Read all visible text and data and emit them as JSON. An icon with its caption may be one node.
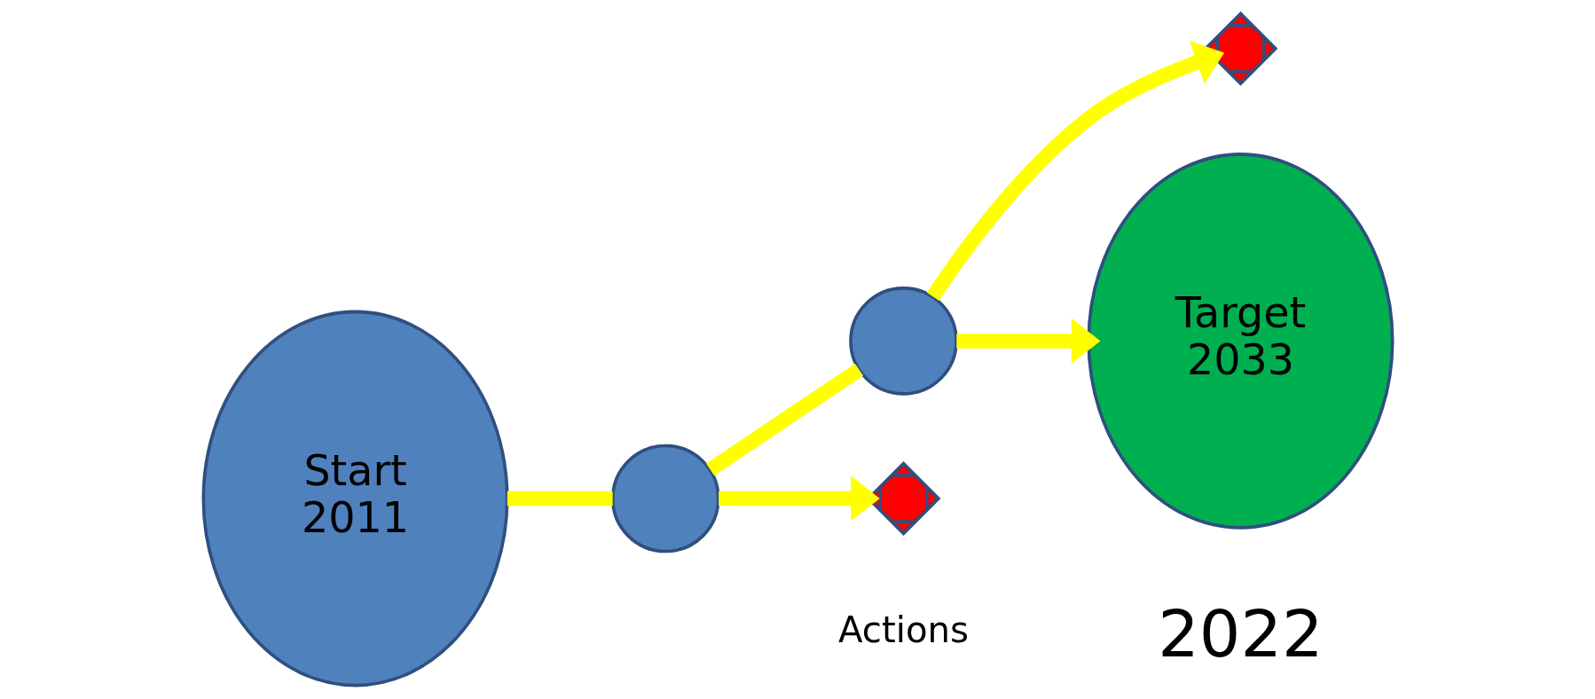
{
  "diagram": {
    "nodes": [
      {
        "text": [
          "Start",
          "2011"
        ]
      },
      {
        "text": [],
        "shape": "circle"
      },
      {
        "text": [],
        "shape": "circle"
      },
      {
        "text": [],
        "shape": "cross"
      },
      {
        "text": [],
        "shape": "cross"
      },
      {
        "text": [
          "Target",
          "2033"
        ]
      }
    ],
    "edges": [
      {
        "from": 0,
        "to": 1,
        "arrow": "none"
      },
      {
        "from": 1,
        "to": 2,
        "arrow": "none"
      },
      {
        "from": 1,
        "to": 3,
        "arrow": "to"
      },
      {
        "from": 2,
        "to": 5,
        "arrow": "to"
      },
      {
        "from": 2,
        "to": 4,
        "arrow": "to"
      }
    ],
    "labels": [
      "Actions",
      "2022"
    ]
  }
}
